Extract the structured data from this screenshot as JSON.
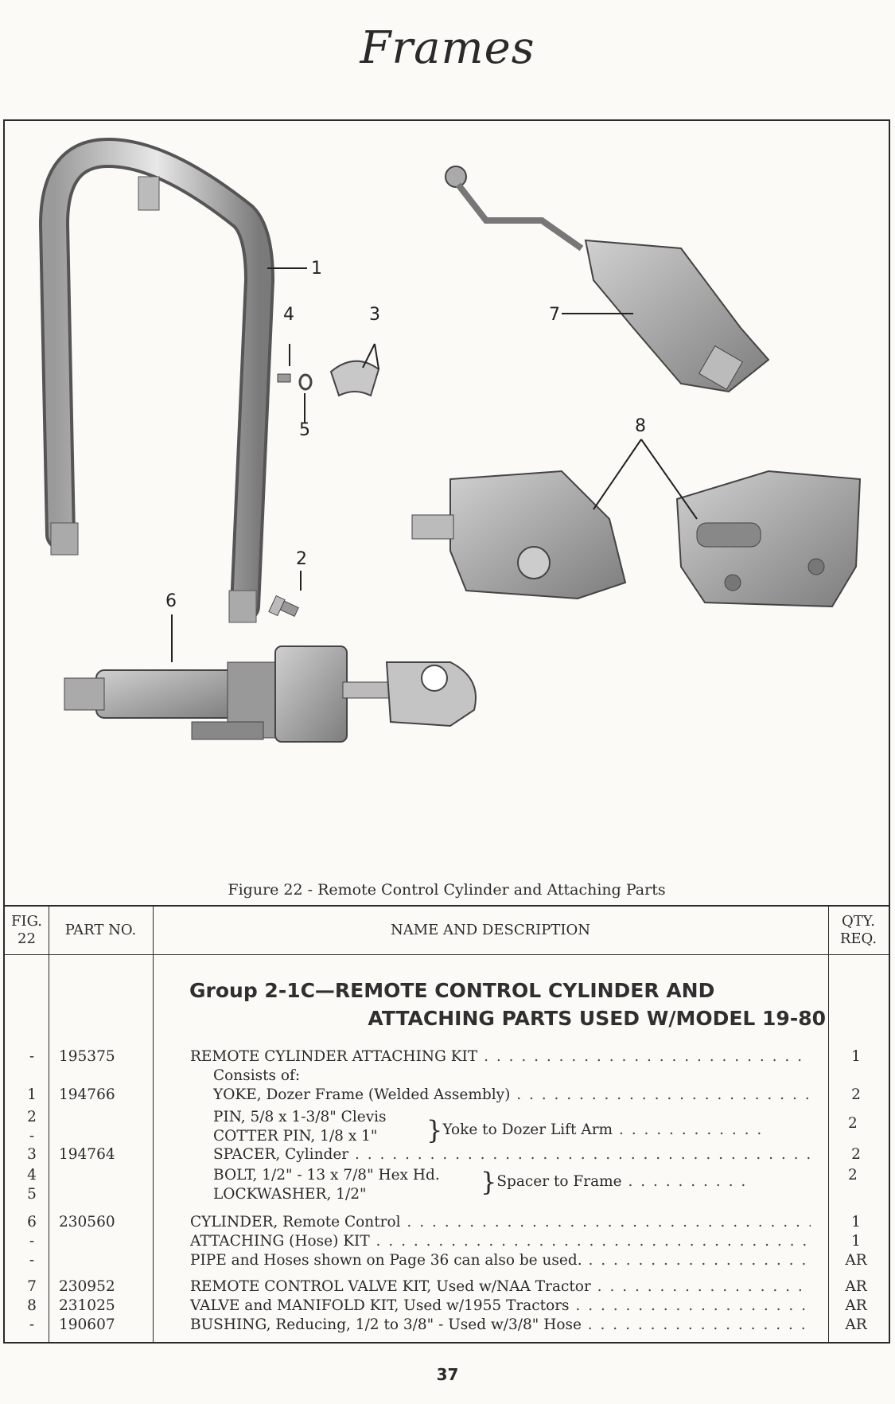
{
  "page_title": "Frames",
  "page_number": "37",
  "figure": {
    "caption": "Figure 22 - Remote Control Cylinder and Attaching Parts",
    "callouts": [
      "1",
      "2",
      "3",
      "4",
      "5",
      "6",
      "7",
      "8"
    ]
  },
  "table": {
    "headers": {
      "fig_line1": "FIG.",
      "fig_line2": "22",
      "part_no": "PART NO.",
      "name": "NAME AND DESCRIPTION",
      "qty_line1": "QTY.",
      "qty_line2": "REQ."
    },
    "group_title_line1": "Group 2-1C—REMOTE CONTROL CYLINDER AND",
    "group_title_line2": "ATTACHING PARTS USED W/MODEL 19-80",
    "rows": [
      {
        "fig": "-",
        "part": "195375",
        "desc": "REMOTE CYLINDER ATTACHING KIT",
        "qty": "1"
      },
      {
        "fig": "",
        "part": "",
        "desc": "Consists of:",
        "qty": ""
      },
      {
        "fig": "1",
        "part": "194766",
        "desc": "YOKE, Dozer Frame (Welded Assembly)",
        "qty": "2"
      },
      {
        "fig": "2",
        "part": "",
        "desc": "PIN, 5/8 x 1-3/8\" Clevis",
        "qty": ""
      },
      {
        "fig": "-",
        "part": "",
        "desc": "COTTER PIN, 1/8 x 1\"",
        "qty": ""
      },
      {
        "fig": "3",
        "part": "194764",
        "desc": "SPACER, Cylinder",
        "qty": "2"
      },
      {
        "fig": "4",
        "part": "",
        "desc": "BOLT, 1/2\" - 13 x 7/8\" Hex Hd.",
        "qty": ""
      },
      {
        "fig": "5",
        "part": "",
        "desc": "LOCKWASHER, 1/2\"",
        "qty": ""
      },
      {
        "fig": "6",
        "part": "230560",
        "desc": "CYLINDER, Remote Control",
        "qty": "1"
      },
      {
        "fig": "-",
        "part": "",
        "desc": "ATTACHING (Hose) KIT",
        "qty": "1"
      },
      {
        "fig": "-",
        "part": "",
        "desc": "PIPE and Hoses shown on Page 36 can also be used.",
        "qty": "AR"
      },
      {
        "fig": "7",
        "part": "230952",
        "desc": "REMOTE CONTROL VALVE KIT, Used w/NAA Tractor",
        "qty": "AR"
      },
      {
        "fig": "8",
        "part": "231025",
        "desc": "VALVE and MANIFOLD KIT, Used w/1955 Tractors",
        "qty": "AR"
      },
      {
        "fig": "-",
        "part": "190607",
        "desc": "BUSHING, Reducing, 1/2 to 3/8\" - Used w/3/8\" Hose",
        "qty": "AR"
      }
    ],
    "brace_notes": {
      "pin_group": "Yoke to Dozer Lift Arm",
      "pin_group_qty": "2",
      "bolt_group": "Spacer to Frame",
      "bolt_group_qty": "2"
    }
  }
}
